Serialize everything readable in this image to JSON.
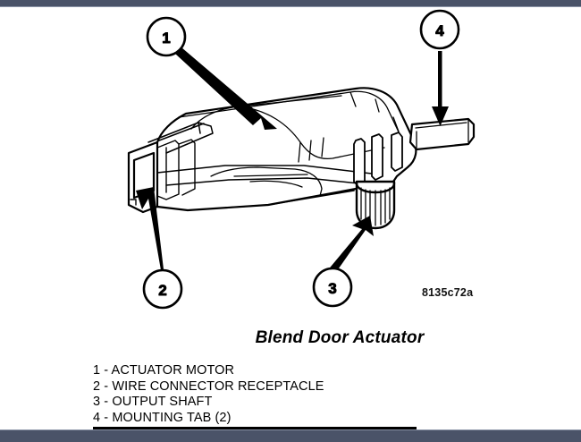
{
  "document": {
    "part_number": "8135c72a",
    "figure_title": "Blend Door Actuator"
  },
  "callouts": [
    {
      "id": "1",
      "label": "1",
      "target": "actuator-motor"
    },
    {
      "id": "2",
      "label": "2",
      "target": "wire-connector-receptacle"
    },
    {
      "id": "3",
      "label": "3",
      "target": "output-shaft"
    },
    {
      "id": "4",
      "label": "4",
      "target": "mounting-tab"
    }
  ],
  "legend": [
    {
      "num": "1",
      "sep": "-",
      "text": "ACTUATOR MOTOR",
      "line": "1 - ACTUATOR MOTOR"
    },
    {
      "num": "2",
      "sep": "-",
      "text": "WIRE CONNECTOR RECEPTACLE",
      "line": "2 - WIRE CONNECTOR RECEPTACLE"
    },
    {
      "num": "3",
      "sep": "-",
      "text": "OUTPUT SHAFT",
      "line": "3 - OUTPUT SHAFT"
    },
    {
      "num": "4",
      "sep": "-",
      "text": "MOUNTING TAB (2)",
      "line": "4 - MOUNTING TAB (2)"
    }
  ],
  "colors": {
    "band": "#4a5368",
    "ink": "#000000",
    "page": "#ffffff"
  }
}
